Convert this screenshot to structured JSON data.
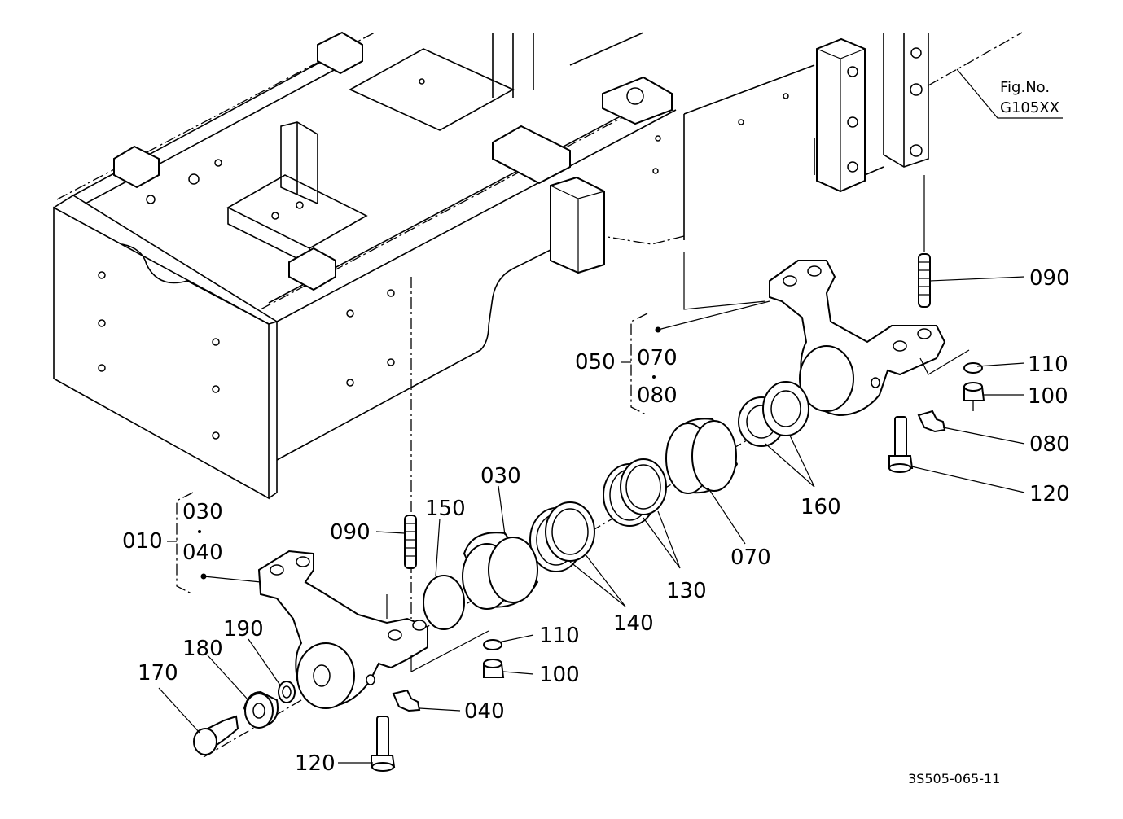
{
  "figure": {
    "fig_label": "Fig.No.",
    "fig_ref": "G105XX",
    "drawing_code": "3S505-065-11"
  },
  "callouts": {
    "c_090_right": "090",
    "c_050": "050",
    "c_070_group": "070",
    "c_080_group": "080",
    "c_110_right": "110",
    "c_100_right": "100",
    "c_080_right": "080",
    "c_120_right": "120",
    "c_160": "160",
    "c_070": "070",
    "c_130": "130",
    "c_140": "140",
    "c_030_top": "030",
    "c_150": "150",
    "c_090_left": "090",
    "c_010": "010",
    "c_030_group": "030",
    "c_040_group": "040",
    "c_110_left": "110",
    "c_100_left": "100",
    "c_040": "040",
    "c_190": "190",
    "c_180": "180",
    "c_170": "170",
    "c_120_left": "120"
  }
}
